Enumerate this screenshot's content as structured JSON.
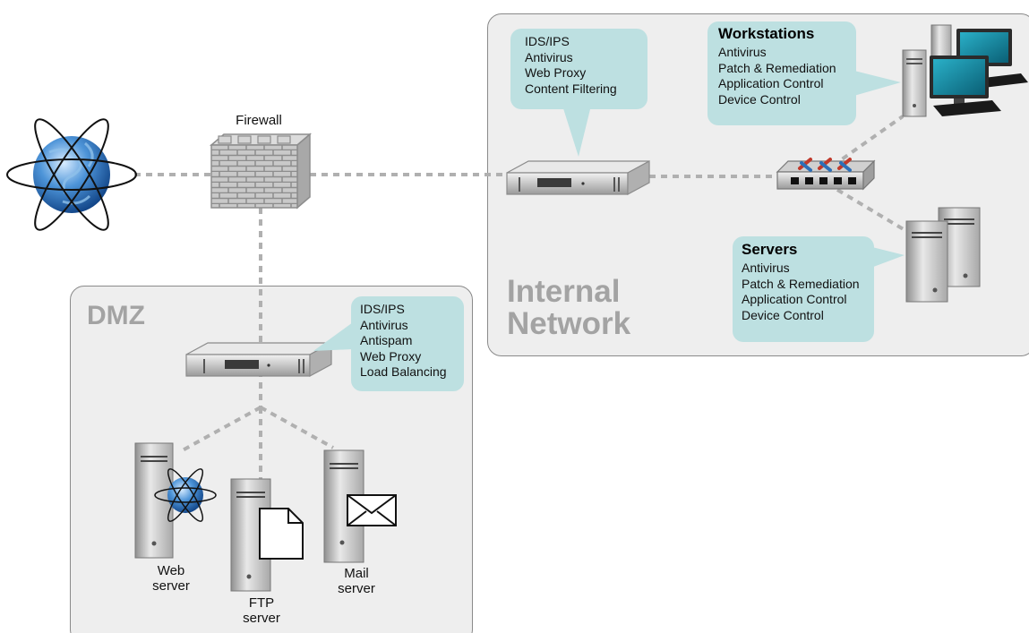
{
  "zones": {
    "internal": {
      "title_line1": "Internal",
      "title_line2": "Network"
    },
    "dmz": {
      "title": "DMZ"
    }
  },
  "labels": {
    "firewall": "Firewall",
    "web_server": [
      "Web",
      "server"
    ],
    "ftp_server": [
      "FTP",
      "server"
    ],
    "mail_server": [
      "Mail",
      "server"
    ]
  },
  "bubbles": {
    "ngfw": {
      "items": [
        "IDS/IPS",
        "Antivirus",
        "Web Proxy",
        "Content Filtering"
      ]
    },
    "workstations": {
      "title": "Workstations",
      "items": [
        "Antivirus",
        "Patch & Remediation",
        "Application Control",
        "Device Control"
      ]
    },
    "servers": {
      "title": "Servers",
      "items": [
        "Antivirus",
        "Patch & Remediation",
        "Application Control",
        "Device Control"
      ]
    },
    "dmz_appliance": {
      "items": [
        "IDS/IPS",
        "Antivirus",
        "Antispam",
        "Web Proxy",
        "Load Balancing"
      ]
    }
  },
  "colors": {
    "zone_fill": "#eeeeee",
    "bubble_fill": "#bde0e1",
    "link_line": "#b0b0b0",
    "zone_title": "#a3a3a3"
  },
  "icons": [
    "globe-icon",
    "firewall-icon",
    "security-appliance-icon",
    "switch-icon",
    "workstation-icon",
    "server-icon",
    "envelope-icon",
    "document-icon"
  ]
}
